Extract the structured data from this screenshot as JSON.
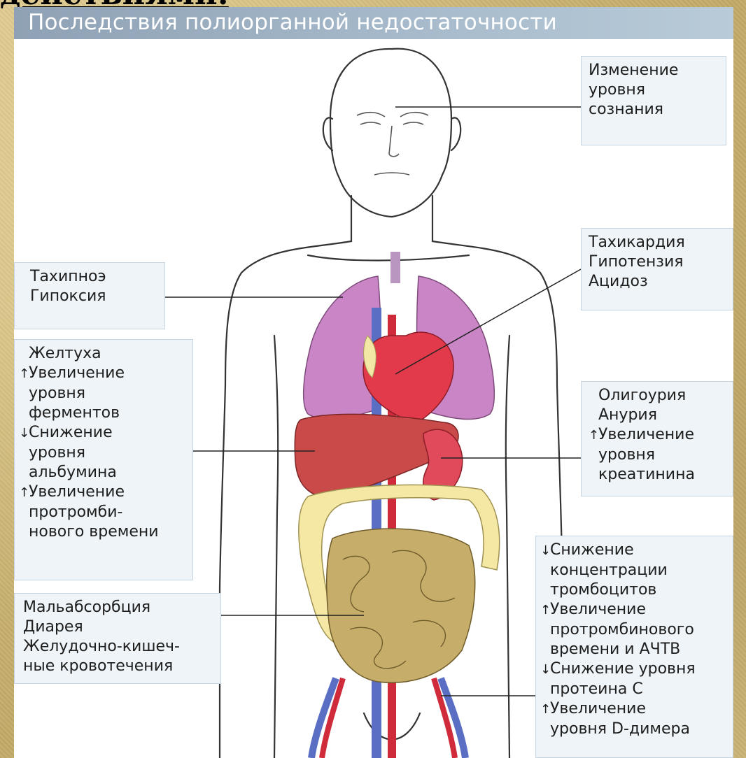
{
  "slide": {
    "heading_fragment": "действиями:"
  },
  "figure": {
    "title": "Последствия полиорганной недостаточности",
    "labels": {
      "brain": [
        "Изменение",
        "уровня",
        "сознания"
      ],
      "lungs": [
        "Тахипноэ",
        "Гипоксия"
      ],
      "heart": [
        "Тахикардия",
        "Гипотензия",
        "Ацидоз"
      ],
      "liver": [
        {
          "arrow": "",
          "text": "Желтуха"
        },
        {
          "arrow": "↑",
          "text": "Увеличение"
        },
        {
          "arrow": "",
          "text": "уровня"
        },
        {
          "arrow": "",
          "text": "ферментов"
        },
        {
          "arrow": "↓",
          "text": "Снижение"
        },
        {
          "arrow": "",
          "text": "уровня"
        },
        {
          "arrow": "",
          "text": "альбумина"
        },
        {
          "arrow": "↑",
          "text": "Увеличение"
        },
        {
          "arrow": "",
          "text": "протромби-"
        },
        {
          "arrow": "",
          "text": "нового времени"
        }
      ],
      "kidneys": [
        {
          "arrow": "",
          "text": "Олигоурия"
        },
        {
          "arrow": "",
          "text": "Анурия"
        },
        {
          "arrow": "↑",
          "text": "Увеличение"
        },
        {
          "arrow": "",
          "text": "уровня"
        },
        {
          "arrow": "",
          "text": "креатинина"
        }
      ],
      "gut": [
        "Мальабсорбция",
        "Диарея",
        "Желудочно-кишеч-",
        "ные кровотечения"
      ],
      "blood": [
        {
          "arrow": "↓",
          "text": "Снижение"
        },
        {
          "arrow": "",
          "text": "концентрации"
        },
        {
          "arrow": "",
          "text": "тромбоцитов"
        },
        {
          "arrow": "↑",
          "text": "Увеличение"
        },
        {
          "arrow": "",
          "text": "протромбинового"
        },
        {
          "arrow": "",
          "text": "времени и АЧТВ"
        },
        {
          "arrow": "↓",
          "text": "Снижение уровня"
        },
        {
          "arrow": "",
          "text": "протеина С"
        },
        {
          "arrow": "↑",
          "text": "Увеличение"
        },
        {
          "arrow": "",
          "text": "уровня D-димера"
        }
      ]
    }
  }
}
